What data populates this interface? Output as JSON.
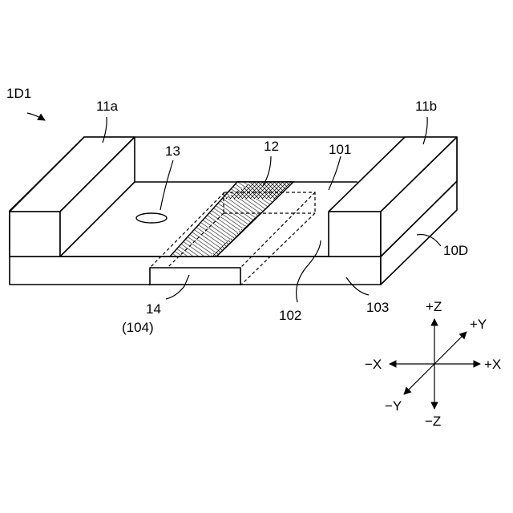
{
  "figure_label": "1D1",
  "labels": {
    "electrode_left": "11a",
    "electrode_right": "11b",
    "mark": "13",
    "element": "12",
    "top_layer": "101",
    "body": "10D",
    "region": "102",
    "substrate": "103",
    "terminal": "14",
    "terminal_sub": "(104)"
  },
  "axes": {
    "plus_z": "+Z",
    "minus_z": "−Z",
    "plus_x": "+X",
    "minus_x": "−X",
    "plus_y": "+Y",
    "minus_y": "−Y"
  }
}
